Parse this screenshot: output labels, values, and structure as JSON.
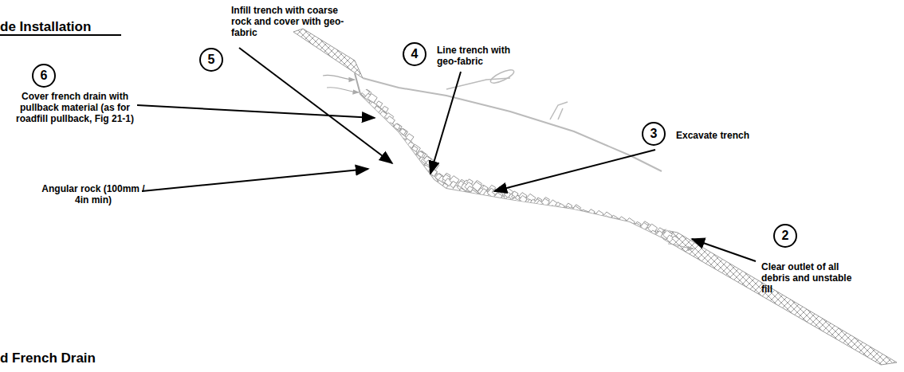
{
  "diagram": {
    "nodes": [
      {
        "text": [
          "5"
        ]
      },
      {
        "text": [
          "4"
        ]
      },
      {
        "text": [
          "6"
        ]
      },
      {
        "text": [
          "3"
        ]
      },
      {
        "text": [
          "2"
        ]
      }
    ],
    "labels": [
      "de Installation",
      "Infill trench with coarse rock and cover with geo-fabric",
      "Line trench with geo-fabric",
      "Cover french drain with pullback material (as for roadfill pullback, Fig 21-1)",
      "Angular rock (100mm / 4in min)",
      "Excavate trench",
      "Clear outlet of all debris and unstable fill",
      "d French Drain"
    ]
  }
}
